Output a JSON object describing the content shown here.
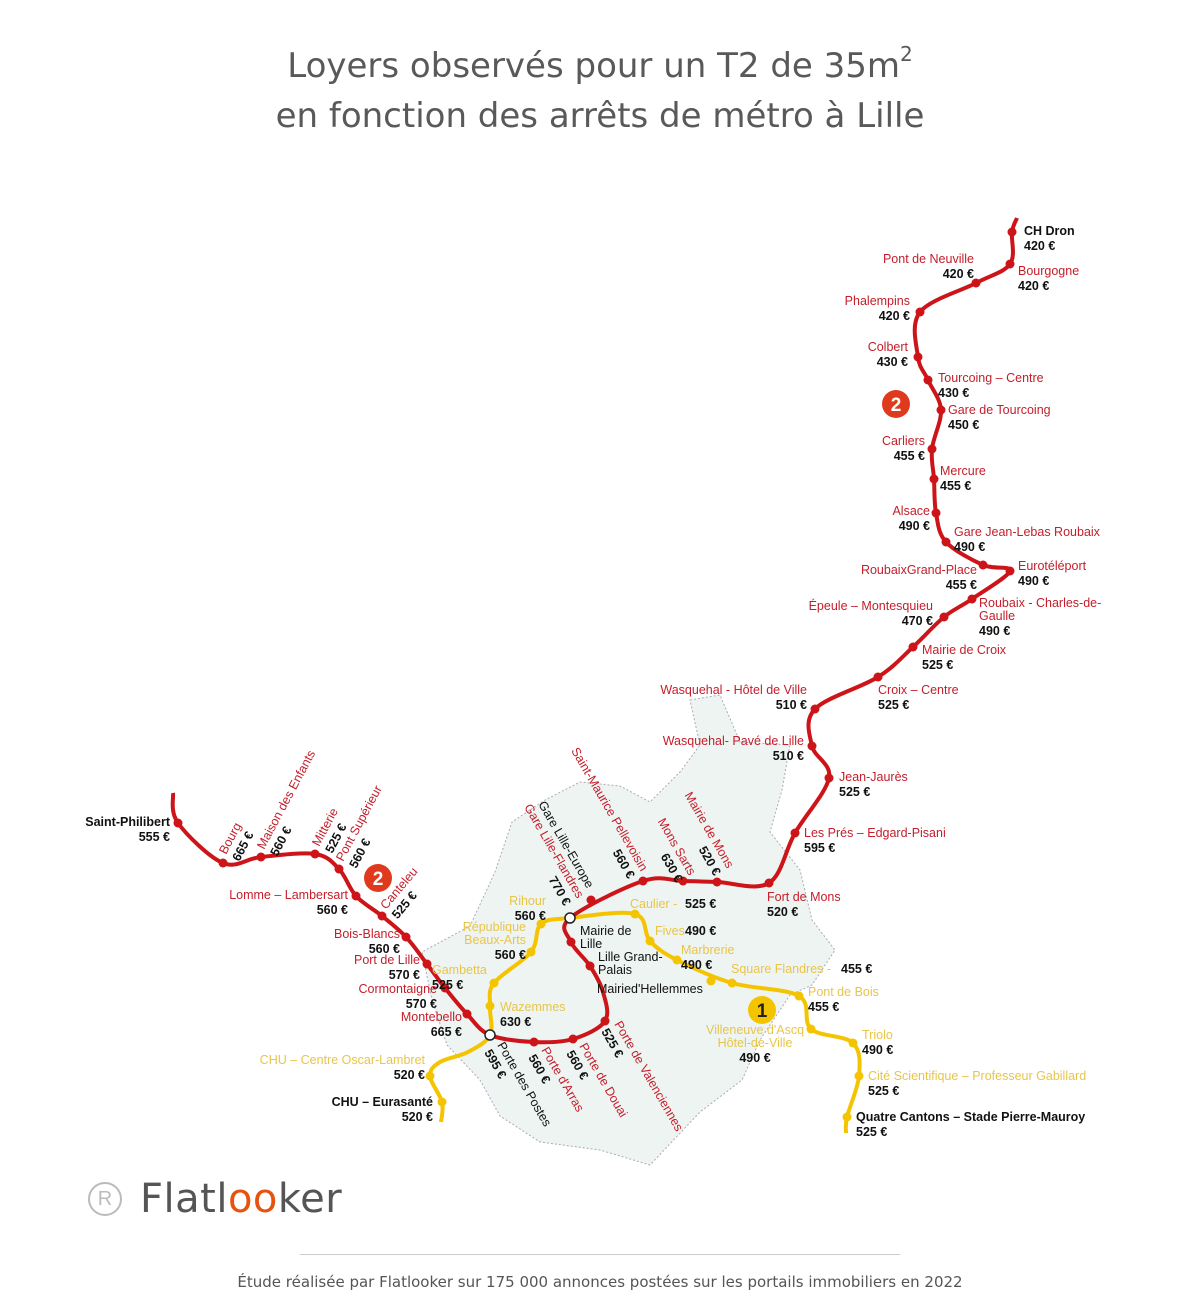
{
  "title": {
    "line1": "Loyers observés pour un T2 de 35m",
    "line1_sup": "2",
    "line2": "en fonction des arrêts de métro à Lille"
  },
  "colors": {
    "line2": "#cc1419",
    "line2_text": "#c41e2a",
    "line1": "#f5c400",
    "line1_text": "#e8c54a",
    "area": "#eef4f2",
    "badge2": "#e03a1e"
  },
  "badges": {
    "line2": "2",
    "line1": "1"
  },
  "lines": [
    {
      "id": "1",
      "stations": [
        {
          "name": "Quatre Cantons – Stade Pierre-Mauroy",
          "price": "525 €"
        },
        {
          "name": "Cité Scientifique – Professeur Gabillard",
          "price": "525 €"
        },
        {
          "name": "Triolo",
          "price": "490 €"
        },
        {
          "name": "Villeneuve d'Ascq",
          "name2": "Hôtel-de-Ville",
          "price": "490 €"
        },
        {
          "name": "Pont de Bois",
          "price": "455 €"
        },
        {
          "name": "Square Flandres - ",
          "price": "455 €"
        },
        {
          "name": "Mairied'Hellemmes"
        },
        {
          "name": "Marbrerie",
          "price": "490 €"
        },
        {
          "name": "Fives - ",
          "price": "490 €"
        },
        {
          "name": "Caulier - ",
          "price": "525 €"
        },
        {
          "name": "Rihour",
          "price": "560 €"
        },
        {
          "name": "République",
          "name2": "Beaux-Arts",
          "price": "560 €"
        },
        {
          "name": "Gambetta",
          "price": "525 €"
        },
        {
          "name": "Wazemmes",
          "price": "630 €"
        },
        {
          "name": "CHU – Centre Oscar-Lambret",
          "price": "520 €"
        },
        {
          "name": "CHU – Eurasanté",
          "price": "520 €"
        }
      ]
    },
    {
      "id": "2",
      "stations": [
        {
          "name": "CH Dron",
          "price": "420 €"
        },
        {
          "name": "Bourgogne",
          "price": "420 €"
        },
        {
          "name": "Pont de Neuville",
          "price": "420 €"
        },
        {
          "name": "Phalempins",
          "price": "420 €"
        },
        {
          "name": "Colbert",
          "price": "430 €"
        },
        {
          "name": "Tourcoing – Centre",
          "price": "430 €"
        },
        {
          "name": "Gare de Tourcoing",
          "price": "450 €"
        },
        {
          "name": "Carliers",
          "price": "455 €"
        },
        {
          "name": "Mercure",
          "price": "455 €"
        },
        {
          "name": "Alsace",
          "price": "490 €"
        },
        {
          "name": "Gare Jean-Lebas Roubaix",
          "price": "490 €"
        },
        {
          "name": "RoubaixGrand-Place",
          "price": "455 €"
        },
        {
          "name": "Eurotéléport",
          "price": "490 €"
        },
        {
          "name": "Roubaix - Charles-de-",
          "name2": "Gaulle",
          "price": "490 €"
        },
        {
          "name": "Épeule – Montesquieu",
          "price": "470 €"
        },
        {
          "name": "Mairie de Croix",
          "price": "525 €"
        },
        {
          "name": "Croix – Centre",
          "price": "525 €"
        },
        {
          "name": "Wasquehal - Hôtel de Ville",
          "price": "510 €"
        },
        {
          "name": "Wasquehal- Pavé de Lille",
          "price": "510 €"
        },
        {
          "name": "Jean-Jaurès",
          "price": "525 €"
        },
        {
          "name": "Les Prés – Edgard-Pisani",
          "price": "595 €"
        },
        {
          "name": "Fort de Mons",
          "price": "520 €"
        },
        {
          "name": "Mairie de Mons",
          "price": "520 €"
        },
        {
          "name": "Mons Sarts",
          "price": "630 €"
        },
        {
          "name": "Saint-Maurice Pellevoisin",
          "price": "560 €"
        },
        {
          "name": "Gare Lille-Europe"
        },
        {
          "name": "Gare Lille-Flandres",
          "price": "770 €"
        },
        {
          "name": "Mairie de",
          "name2": "Lille"
        },
        {
          "name": "Lille Grand-",
          "name2": "Palais"
        },
        {
          "name": "Porte de Valenciennes",
          "price": "525 €"
        },
        {
          "name": "Porte de Douai",
          "price": "560 €"
        },
        {
          "name": "Porte d'Arras",
          "price": "560 €"
        },
        {
          "name": "Porte des Postes",
          "price": "595 €"
        },
        {
          "name": "Montebello",
          "price": "665 €"
        },
        {
          "name": "Cormontaigne",
          "price": "570 €"
        },
        {
          "name": "Port de Lille",
          "price": "570 €"
        },
        {
          "name": "Bois-Blancs",
          "price": "560 €"
        },
        {
          "name": "Canteleu",
          "price": "525 €"
        },
        {
          "name": "Lomme – Lambersart",
          "price": "560 €"
        },
        {
          "name": "Pont Supérieur",
          "price": "560 €"
        },
        {
          "name": "Mitterie",
          "price": "525 €"
        },
        {
          "name": "Maison des Enfants",
          "price": "560 €"
        },
        {
          "name": "Bourg",
          "price": "665 €"
        },
        {
          "name": "Saint-Philibert",
          "price": "555 €"
        }
      ]
    }
  ],
  "logo": {
    "brand_a": "Flatl",
    "brand_oo": "oo",
    "brand_b": "ker",
    "registered": "R"
  },
  "footer": "Étude réalisée par Flatlooker sur 175 000 annonces postées sur les portails immobiliers en 2022"
}
